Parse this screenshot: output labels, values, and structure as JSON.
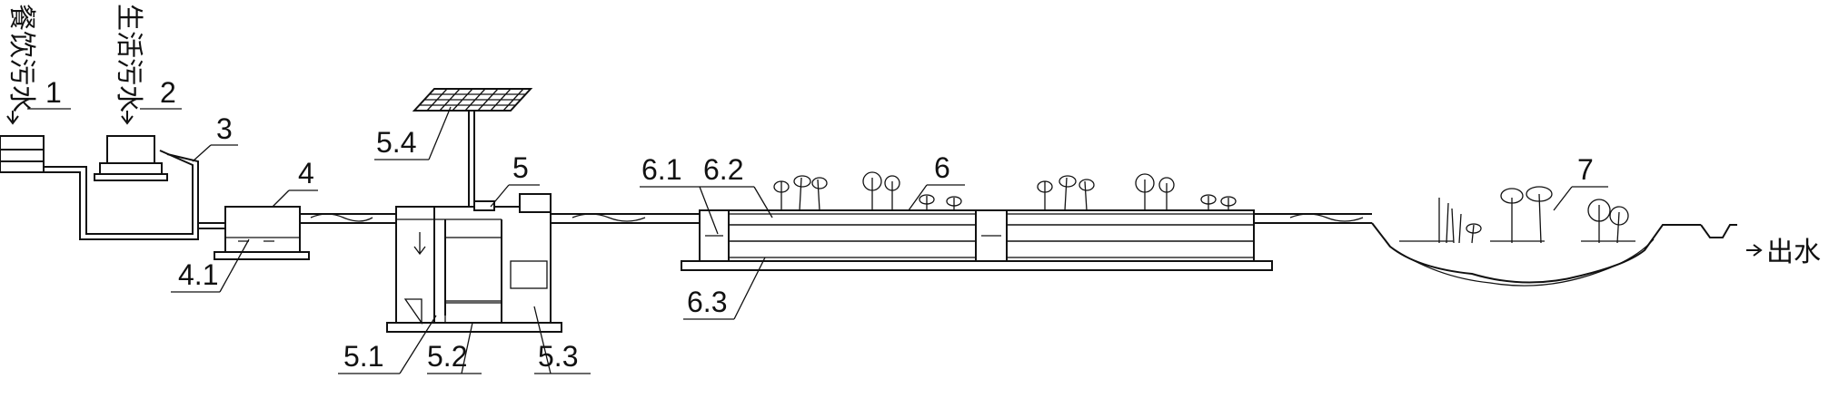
{
  "inputs": {
    "restaurant_wastewater": "餐饮污水",
    "domestic_wastewater": "生活污水"
  },
  "output": {
    "effluent": "出水"
  },
  "labels": {
    "l1": "1",
    "l2": "2",
    "l3": "3",
    "l4": "4",
    "l4_1": "4.1",
    "l5": "5",
    "l5_1": "5.1",
    "l5_2": "5.2",
    "l5_3": "5.3",
    "l5_4": "5.4",
    "l6": "6",
    "l6_1": "6.1",
    "l6_2": "6.2",
    "l6_3": "6.3",
    "l7": "7"
  }
}
